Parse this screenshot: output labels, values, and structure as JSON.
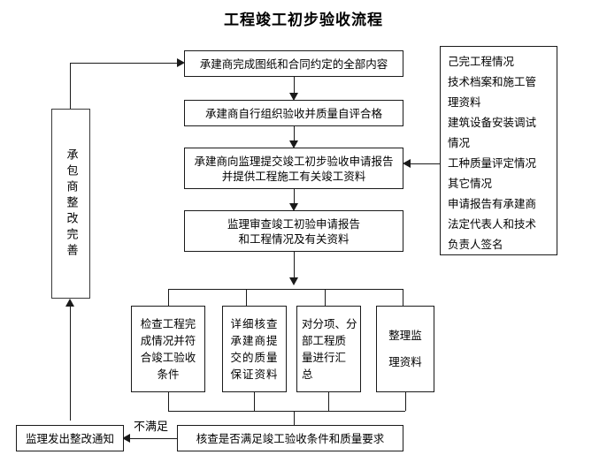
{
  "diagram": {
    "title": "工程竣工初步验收流程",
    "colors": {
      "stroke": "#1a1a1a",
      "box_stroke": "#3a3a3a",
      "background": "#ffffff"
    }
  },
  "nodes": {
    "rework": {
      "label": "承包商整改完善"
    },
    "step1": {
      "line1": "承建商完成图纸和合同约定的全部内容"
    },
    "step2": {
      "line1": "承建商自行组织验收并质量自评合格"
    },
    "step3": {
      "line1": "承建商向监理提交竣工初步验收申请报告",
      "line2": "并提供工程施工有关竣工资料"
    },
    "step4": {
      "line1": "监理审查竣工初验申请报告",
      "line2": "和工程情况及有关资料"
    },
    "requirements": {
      "lines": [
        "己完工程情况",
        "技术档案和施工管",
        "理资料",
        "建筑设备安装调试",
        "情况",
        "工种质量评定情况",
        "其它情况",
        "申请报告有承建商",
        "法定代表人和技术",
        "负责人签名"
      ]
    },
    "parallel": [
      {
        "lines": [
          "检查工程完",
          "成情况并符",
          "合竣工验收",
          "条件"
        ]
      },
      {
        "lines": [
          "详细核查",
          "承建商提",
          "交的质量",
          "保证资料"
        ]
      },
      {
        "lines": [
          "对分项、分",
          "部工程质",
          "量进行汇",
          "总"
        ]
      },
      {
        "lines": [
          "整理监",
          "",
          "理资料"
        ]
      }
    ],
    "verify": {
      "line1": "核查是否满足竣工验收条件和质量要求"
    },
    "notice": {
      "line1": "监理发出整改通知"
    }
  },
  "edges": {
    "not_satisfied_label": "不满足"
  }
}
